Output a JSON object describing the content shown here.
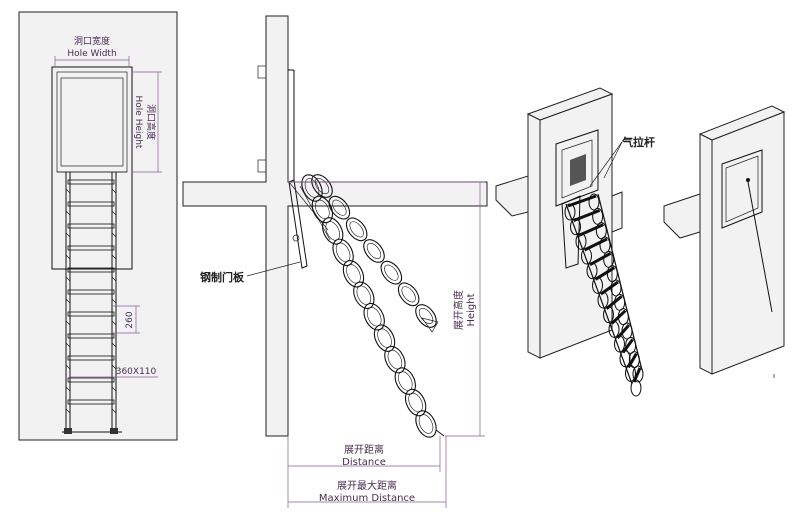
{
  "labels": {
    "hole_width_cn": "洞口宽度",
    "hole_width_en": "Hole Width",
    "hole_height_cn": "洞口高度",
    "hole_height_en": "Hole Height",
    "step_spacing": "260",
    "step_size": "360X110",
    "steel_door_panel": "钢制门板",
    "height_cn": "展开高度",
    "height_en": "Height",
    "distance_cn": "展开距离",
    "distance_en": "Distance",
    "max_distance_cn": "展开最大距离",
    "max_distance_en": "Maximum Distance",
    "gas_strut": "气拉杆"
  },
  "colors": {
    "wall_fill": "#f2f2f2",
    "line": "#111111",
    "dimension": "#8a5a94"
  }
}
